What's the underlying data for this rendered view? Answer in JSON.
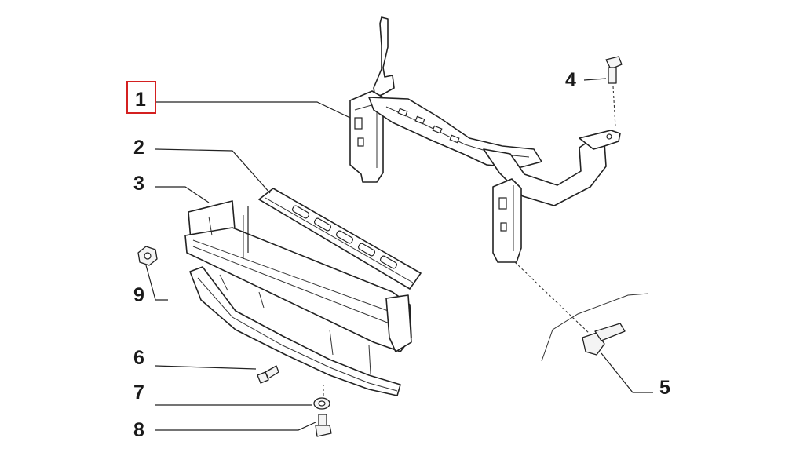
{
  "diagram": {
    "highlight_color": "#d42020",
    "callouts": [
      {
        "id": "1",
        "label": "1"
      },
      {
        "id": "2",
        "label": "2"
      },
      {
        "id": "3",
        "label": "3"
      },
      {
        "id": "4",
        "label": "4"
      },
      {
        "id": "5",
        "label": "5"
      },
      {
        "id": "6",
        "label": "6"
      },
      {
        "id": "7",
        "label": "7"
      },
      {
        "id": "8",
        "label": "8"
      },
      {
        "id": "9",
        "label": "9"
      }
    ],
    "highlighted_callout": "1"
  }
}
